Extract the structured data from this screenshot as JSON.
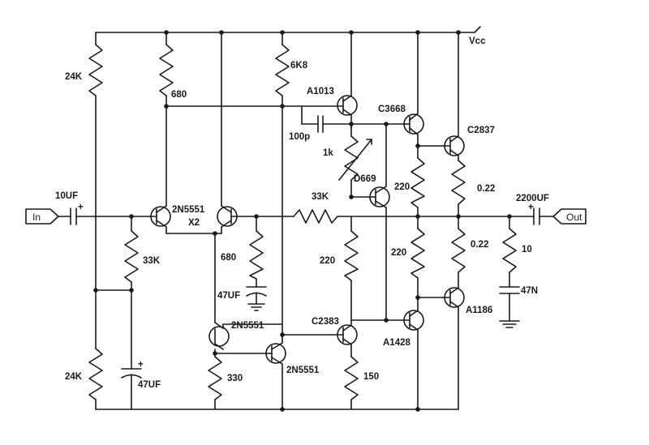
{
  "labels": {
    "vcc": "Vcc",
    "in": "In",
    "out": "Out",
    "c_in": "10UF",
    "c_in_plus": "+",
    "r_24k_top": "24K",
    "r_24k_bot": "24K",
    "r_33k_bias": "33K",
    "c_47uf_bias": "47UF",
    "c_47uf_bias_plus": "+",
    "r_680_top": "680",
    "q_diffpair": "2N5551",
    "q_diffpair_qty": "X2",
    "r_6k8": "6K8",
    "q_a1013": "A1013",
    "c_100p": "100p",
    "vr_1k": "1k",
    "q_c3668": "C3668",
    "q_c2837": "C2837",
    "q_d669": "D669",
    "r_33k_fb": "33K",
    "r_680_fb": "680",
    "c_47uf_fb": "47UF",
    "r_220_a": "220",
    "r_220_b": "220",
    "r_220_c": "220",
    "r_022_a": "0.22",
    "r_022_b": "0.22",
    "c_out": "2200UF",
    "c_out_plus": "+",
    "r_10": "10",
    "c_47n": "47N",
    "q_2n5551_cs1": "2N5551",
    "q_2n5551_cs2": "2N5551",
    "r_330": "330",
    "q_c2383": "C2383",
    "r_150": "150",
    "q_a1428": "A1428",
    "q_a1186": "A1186"
  }
}
